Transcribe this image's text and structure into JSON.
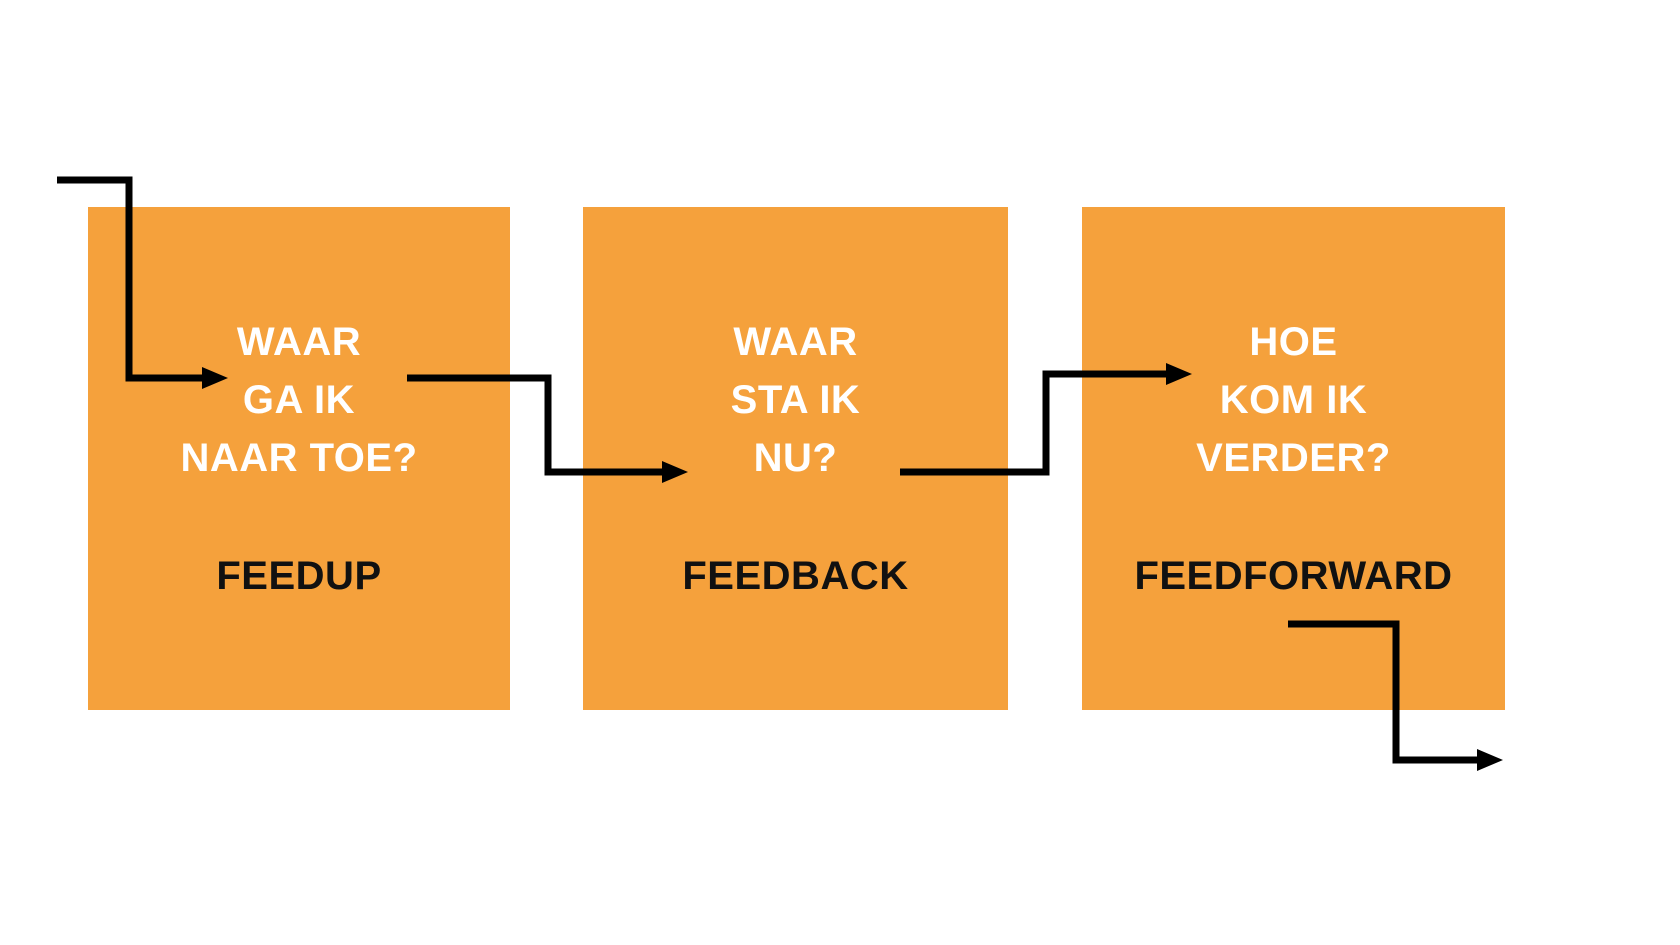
{
  "diagram": {
    "boxes": [
      {
        "id": "feedup",
        "question_lines": [
          "WAAR",
          "GA IK",
          "NAAR TOE?"
        ],
        "label": "FEEDUP"
      },
      {
        "id": "feedback",
        "question_lines": [
          "WAAR",
          "STA IK",
          "NU?"
        ],
        "label": "FEEDBACK"
      },
      {
        "id": "feedforward",
        "question_lines": [
          "HOE",
          "KOM IK",
          "VERDER?"
        ],
        "label": "FEEDFORWARD"
      }
    ],
    "colors": {
      "box_fill": "#F5A13C",
      "question_text": "#FFFFFF",
      "label_text": "#111111",
      "arrow": "#000000",
      "background": "#FFFFFF"
    }
  }
}
